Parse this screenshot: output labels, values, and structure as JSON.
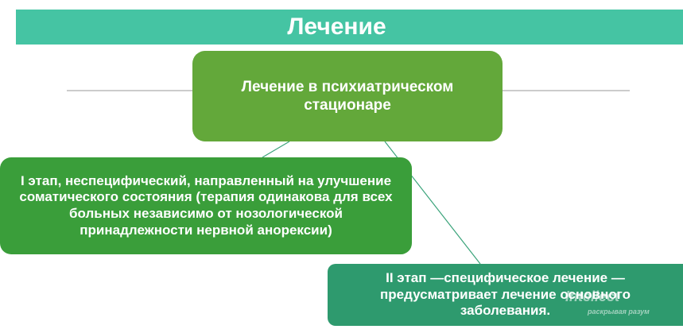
{
  "title": "Лечение",
  "nodes": {
    "main": "Лечение в психиатрическом стационаре",
    "stage1": "I этап, неспецифический, направленный на улучшение соматического состояния (терапия одинакова для всех больных независимо от нозологической принадлежности нервной анорексии)",
    "stage2": "II этап —специфическое лечение — предусматривает лечение основного заболевания."
  },
  "watermark": {
    "line1": "Intellect",
    "line2": "раскрывая разум"
  },
  "colors": {
    "title_bar": "#45c4a3",
    "main_node": "#63a83a",
    "stage1_node": "#3a9e3a",
    "stage2_node": "#2e9a6e",
    "lines": "#3aa37a"
  }
}
